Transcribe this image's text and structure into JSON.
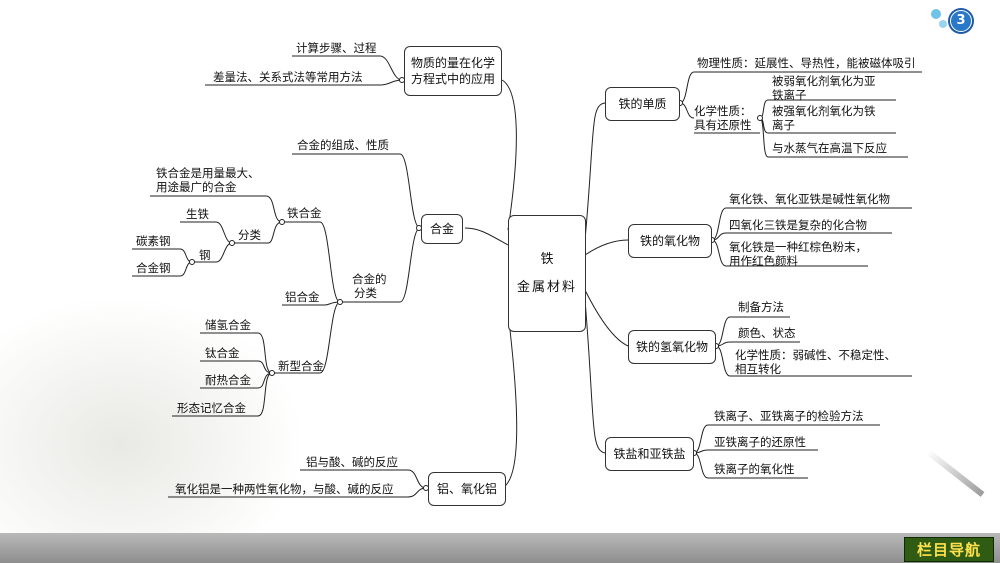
{
  "page": {
    "number": "3"
  },
  "nav": {
    "button_label": "栏目导航"
  },
  "center": {
    "line1": "铁",
    "line2": "金属材料"
  },
  "left": {
    "moles": {
      "label_line1": "物质的量在化学",
      "label_line2": "方程式中的应用",
      "items": [
        "计算步骤、过程",
        "差量法、关系式法等常用方法"
      ]
    },
    "alloy": {
      "label": "合金",
      "composition": "合金的组成、性质",
      "classify_line1": "合金的",
      "classify_line2": "分类",
      "iron_alloy": "铁合金",
      "iron_alloy_desc_line1": "铁合金是用量最大、",
      "iron_alloy_desc_line2": "用途最广的合金",
      "category": "分类",
      "pig_iron": "生铁",
      "steel": "钢",
      "carbon_steel": "碳素钢",
      "alloy_steel": "合金钢",
      "aluminum_alloy": "铝合金",
      "new_alloy": "新型合金",
      "new_alloy_items": [
        "储氢合金",
        "钛合金",
        "耐热合金",
        "形态记忆合金"
      ]
    },
    "aluminum": {
      "label": "铝、氧化铝",
      "items": [
        "铝与酸、碱的反应",
        "氧化铝是一种两性氧化物，与酸、碱的反应"
      ]
    }
  },
  "right": {
    "element": {
      "label": "铁的单质",
      "physical": "物理性质：延展性、导热性，能被磁体吸引",
      "chemical_line1": "化学性质：",
      "chemical_line2": "具有还原性",
      "reactions": [
        [
          "被弱氧化剂氧化为亚",
          "铁离子"
        ],
        [
          "被强氧化剂氧化为铁",
          "离子"
        ],
        [
          "与水蒸气在高温下反应"
        ]
      ]
    },
    "oxides": {
      "label": "铁的氧化物",
      "items": [
        [
          "氧化铁、氧化亚铁是碱性氧化物"
        ],
        [
          "四氧化三铁是复杂的化合物"
        ],
        [
          "氧化铁是一种红棕色粉末，",
          "用作红色颜料"
        ]
      ]
    },
    "hydroxides": {
      "label": "铁的氢氧化物",
      "items": [
        [
          "制备方法"
        ],
        [
          "颜色、状态"
        ],
        [
          "化学性质：弱碱性、不稳定性、",
          "相互转化"
        ]
      ]
    },
    "salts": {
      "label": "铁盐和亚铁盐",
      "items": [
        "铁离子、亚铁离子的检验方法",
        "亚铁离子的还原性",
        "铁离子的氧化性"
      ]
    }
  }
}
